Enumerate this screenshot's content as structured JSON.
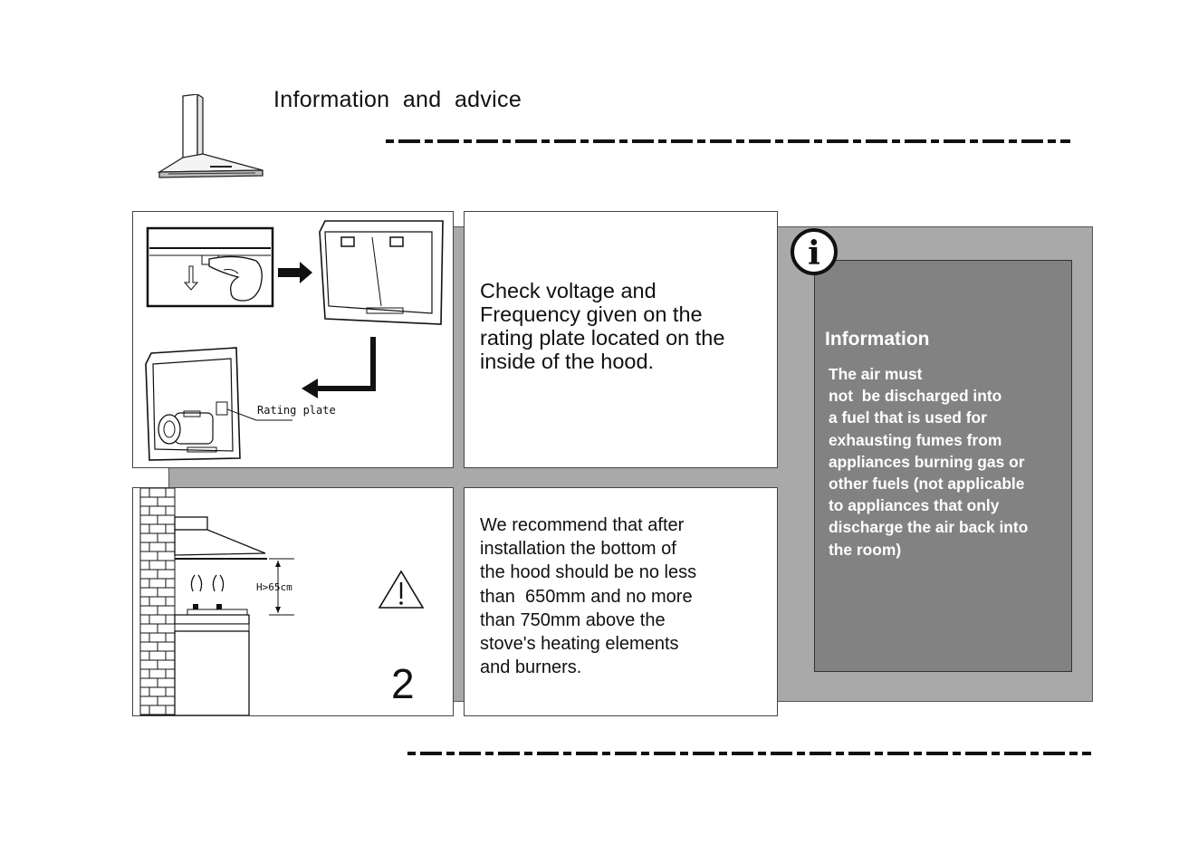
{
  "header": {
    "title": "Information  and  advice",
    "logo_icon": "cooker-hood-icon"
  },
  "panels": {
    "rating_plate_image": {
      "label": "Rating plate",
      "icons": [
        "finger-press-icon",
        "arrow-right-icon",
        "arrow-down-left-icon",
        "hood-open-icon"
      ]
    },
    "voltage": {
      "lines": [
        "Check voltage and",
        "Frequency given on the",
        "rating plate located on the",
        "inside of the hood."
      ]
    },
    "height_image": {
      "label": "H>65cm",
      "icons": [
        "brick-wall-icon",
        "hood-side-icon",
        "stove-icon",
        "warning-triangle-icon"
      ]
    },
    "recommend": {
      "lines": [
        "We recommend that after",
        "installation the bottom of",
        "the hood should be no less",
        "than  650mm and no more",
        "than 750mm above the",
        "stove's heating elements",
        "and burners."
      ]
    }
  },
  "page_number": "2",
  "info": {
    "icon": "info-icon",
    "icon_glyph": "i",
    "heading": "Information",
    "lines": [
      "The air must",
      "not  be discharged into",
      "a fuel that is used for",
      "exhausting fumes from",
      "appliances burning gas or",
      "other fuels (not applicable",
      "to appliances that only",
      "discharge the air back into",
      "the room)"
    ]
  },
  "colors": {
    "band": "#a9a9a9",
    "info_box": "#828282",
    "text": "#111111"
  }
}
